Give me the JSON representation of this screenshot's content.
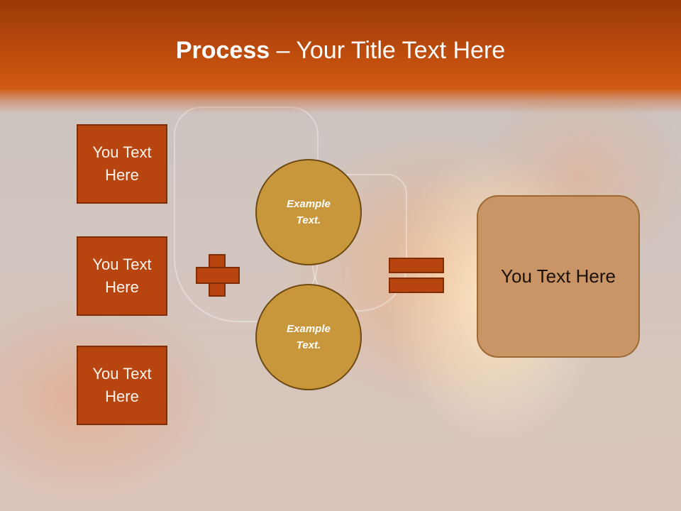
{
  "slide": {
    "title_bold": "Process",
    "title_rest": " – Your Title Text Here"
  },
  "left_boxes": [
    {
      "line1": "You Text",
      "line2": "Here"
    },
    {
      "line1": "You Text",
      "line2": "Here"
    },
    {
      "line1": "You Text",
      "line2": "Here"
    }
  ],
  "circles": [
    {
      "line1": "Example",
      "line2": "Text."
    },
    {
      "line1": "Example",
      "line2": "Text."
    }
  ],
  "result": {
    "label": "You Text Here"
  },
  "colors": {
    "header": "#c34f0e",
    "box_fill": "#b84510",
    "circle_fill": "#c9973b",
    "result_fill": "#c99566"
  }
}
